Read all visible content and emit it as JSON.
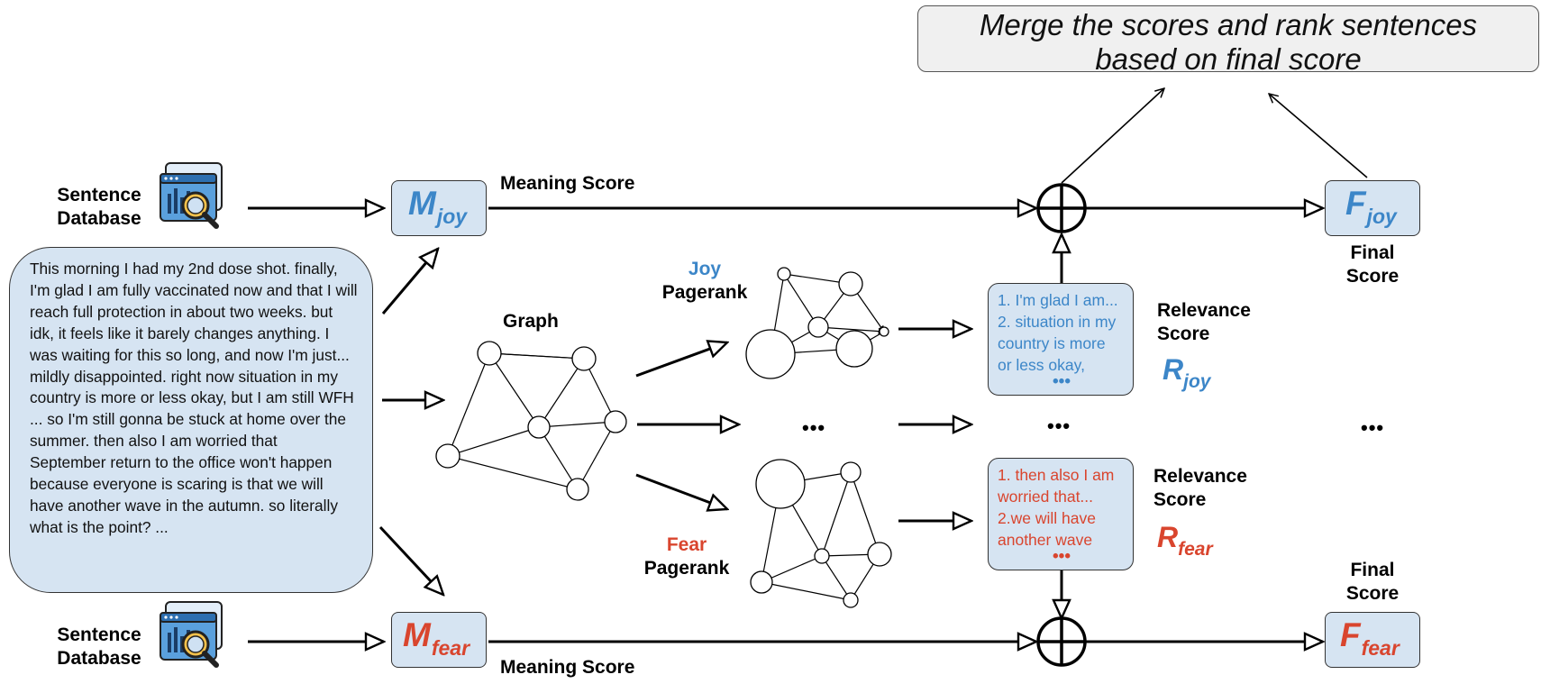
{
  "merge_box": {
    "line1": "Merge the scores and rank sentences",
    "line2": "based on final score"
  },
  "top_db": {
    "line1": "Sentence",
    "line2": "Database",
    "icon": "database-search-icon"
  },
  "bottom_db": {
    "line1": "Sentence",
    "line2": "Database",
    "icon": "database-search-icon"
  },
  "input_text": "This morning I had my 2nd dose shot. finally, I'm glad I am fully vaccinated now and that I will reach full protection in about two weeks. but idk, it feels like it barely changes anything. I was waiting for this so long, and now I'm just... mildly disappointed. right now situation in my country is more or less okay, but I am still WFH ... so I'm still gonna be stuck at home over the summer. then also I am worried that September return to the office won't happen because everyone is scaring is that we will have another wave in the autumn. so literally what is the point? ...",
  "graph_label": "Graph",
  "joy_pagerank": {
    "emotion": "Joy",
    "label": "Pagerank"
  },
  "fear_pagerank": {
    "emotion": "Fear",
    "label": "Pagerank"
  },
  "m_joy": {
    "symbol": "M",
    "sub": "joy"
  },
  "m_fear": {
    "symbol": "M",
    "sub": "fear"
  },
  "meaning_score_top": "Meaning Score",
  "meaning_score_bottom": "Meaning Score",
  "joy_relevance": {
    "lines": [
      "1. I'm glad I am...",
      "2. situation in my",
      "country is more",
      "or less okay,"
    ],
    "ellipsis": "•••",
    "label_line1": "Relevance",
    "label_line2": "Score",
    "symbol": "R",
    "sub": "joy"
  },
  "fear_relevance": {
    "lines": [
      "1. then also I am",
      "worried that...",
      "2.we will have",
      "another wave"
    ],
    "ellipsis": "•••",
    "label_line1": "Relevance",
    "label_line2": "Score",
    "symbol": "R",
    "sub": "fear"
  },
  "middle_ellipsis": "•••",
  "f_joy": {
    "symbol": "F",
    "sub": "joy",
    "label_line1": "Final",
    "label_line2": "Score"
  },
  "f_fear": {
    "symbol": "F",
    "sub": "fear",
    "label_line1": "Final",
    "label_line2": "Score"
  },
  "colors": {
    "joy": "#3c86c8",
    "fear": "#d9452e",
    "box_fill": "#d6e4f2",
    "merge_fill": "#f0f0f0"
  }
}
